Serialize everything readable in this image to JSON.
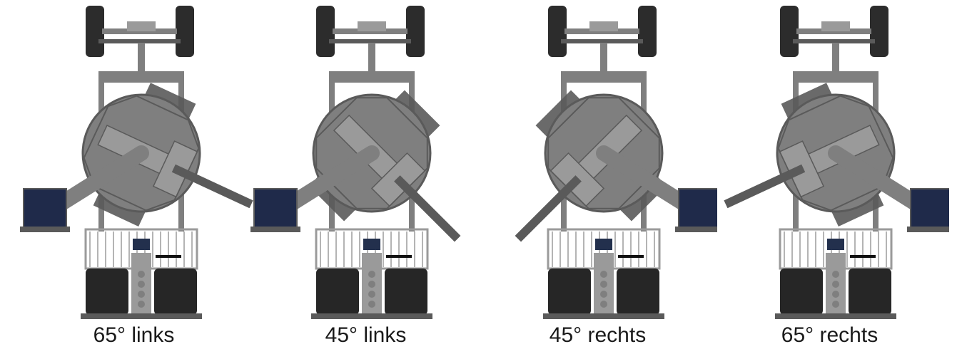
{
  "views": [
    {
      "label": "65° links",
      "rot": -65
    },
    {
      "label": "45° links",
      "rot": -45
    },
    {
      "label": "45° rechts",
      "rot": 45
    },
    {
      "label": "65° rechts",
      "rot": 65
    }
  ],
  "colors": {
    "metal": "#7f7f7f",
    "metal_dark": "#5a5a5a",
    "metal_light": "#9a9a9a",
    "tire": "#2c2c2c",
    "seat": "#262626",
    "panel_blue": "#1f2a4a"
  }
}
